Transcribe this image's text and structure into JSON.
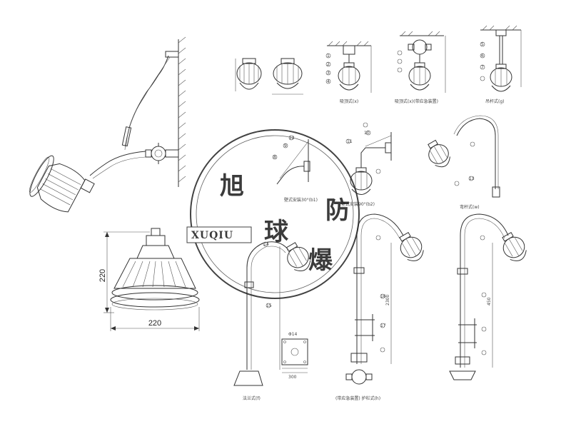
{
  "dimensions": {
    "height": "220",
    "width": "220"
  },
  "watermark": {
    "char1": "旭",
    "char2": "球",
    "char3": "防",
    "char4": "爆",
    "latin": "XUQIU"
  },
  "captions": {
    "ceiling": "吸顶式(x)",
    "ceiling_emergency": "吸顶式(x)(带应急装置)",
    "pendant": "吊杆式(g)",
    "wall30": "壁式安装30°(b1)",
    "wall90": "壁式安装90°(b2)",
    "bent_pole": "弯杆式(w)",
    "flange": "法兰式(f)",
    "guardrail": "(带应急装置) 护栏式(h)"
  },
  "part_numbers": [
    "1",
    "2",
    "3",
    "4",
    "5",
    "6",
    "7",
    "8",
    "9",
    "10",
    "11",
    "12",
    "13",
    "14",
    "15",
    "16",
    "17"
  ],
  "small_dims": {
    "d1": "Φ14",
    "d2": "300",
    "d3": "2300",
    "d4": "450"
  },
  "colors": {
    "line": "#333333",
    "watermark": "#1a1a1a"
  }
}
